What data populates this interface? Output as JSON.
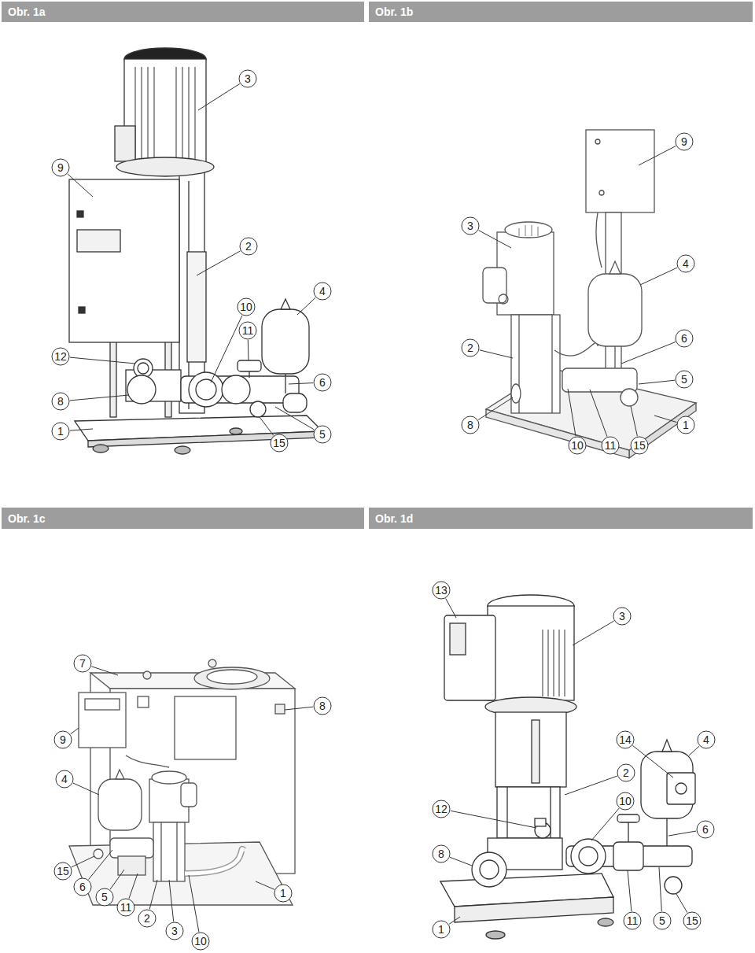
{
  "diagram": {
    "nodes": [
      {
        "text": [
          "Obr. 1a"
        ]
      },
      {
        "text": [
          "Obr. 1b"
        ]
      },
      {
        "text": [
          "Obr. 1c"
        ]
      },
      {
        "text": [
          "Obr. 1d"
        ]
      }
    ],
    "labels": [
      "3",
      "9",
      "2",
      "4",
      "10",
      "11",
      "12",
      "6",
      "8",
      "1",
      "15",
      "5",
      "9",
      "3",
      "4",
      "6",
      "2",
      "5",
      "8",
      "1",
      "10",
      "11",
      "15",
      "7",
      "8",
      "9",
      "4",
      "15",
      "6",
      "5",
      "11",
      "1",
      "2",
      "3",
      "10",
      "13",
      "3",
      "14",
      "4",
      "2",
      "12",
      "10",
      "6",
      "8",
      "11",
      "5",
      "15",
      "1"
    ]
  }
}
